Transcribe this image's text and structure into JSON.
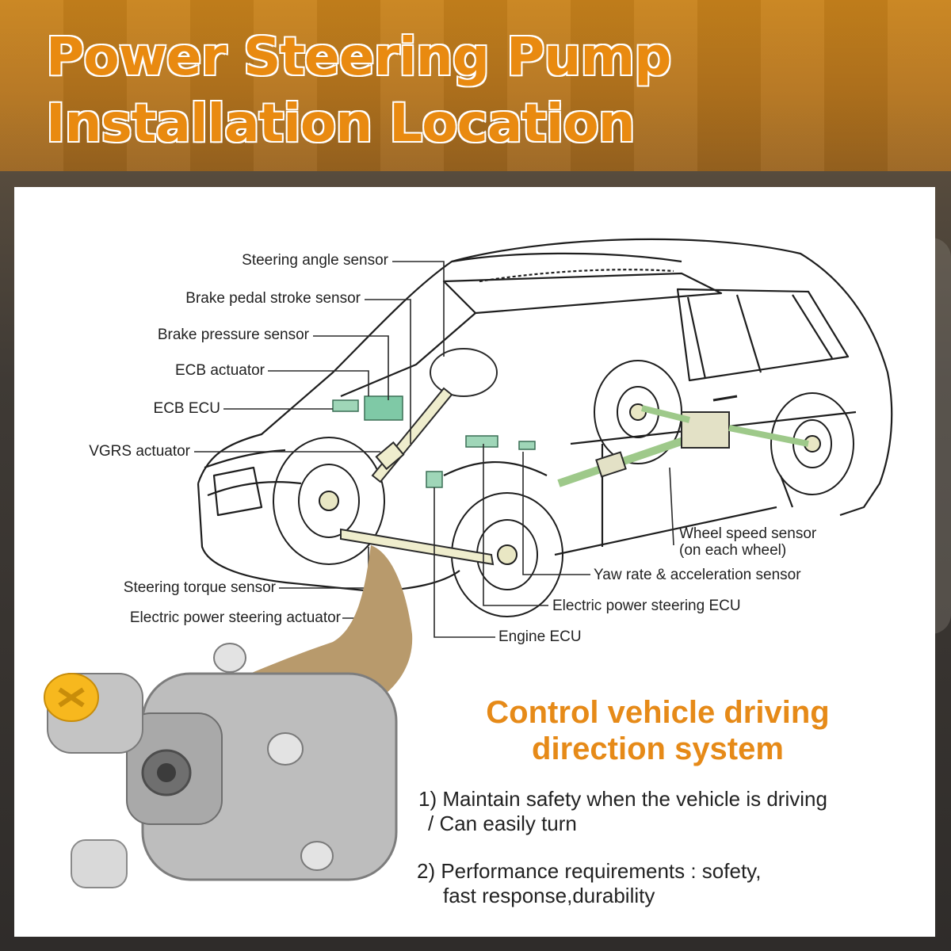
{
  "header": {
    "title": "Power Steering Pump Installation Location"
  },
  "labels_left": [
    "Steering angle sensor",
    "Brake pedal stroke sensor",
    "Brake pressure sensor",
    "ECB actuator",
    "ECB ECU",
    "VGRS actuator",
    "Steering torque sensor",
    "Electric power steering actuator"
  ],
  "labels_right": [
    "Wheel speed sensor",
    "(on each wheel)",
    "Yaw rate & acceleration sensor",
    "Electric power steering ECU",
    "Engine ECU"
  ],
  "info": {
    "heading_line1": "Control vehicle driving",
    "heading_line2": "direction system",
    "point1_line1": "1) Maintain safety when the vehicle is driving",
    "point1_line2": "/ Can easily turn",
    "point2_line1": "2) Performance requirements : sofety,",
    "point2_line2": "fast response,durability"
  },
  "colors": {
    "accent": "#e68a18",
    "header": "#b4741d",
    "component": "#9fd6b8",
    "callout": "#b89a6c"
  }
}
